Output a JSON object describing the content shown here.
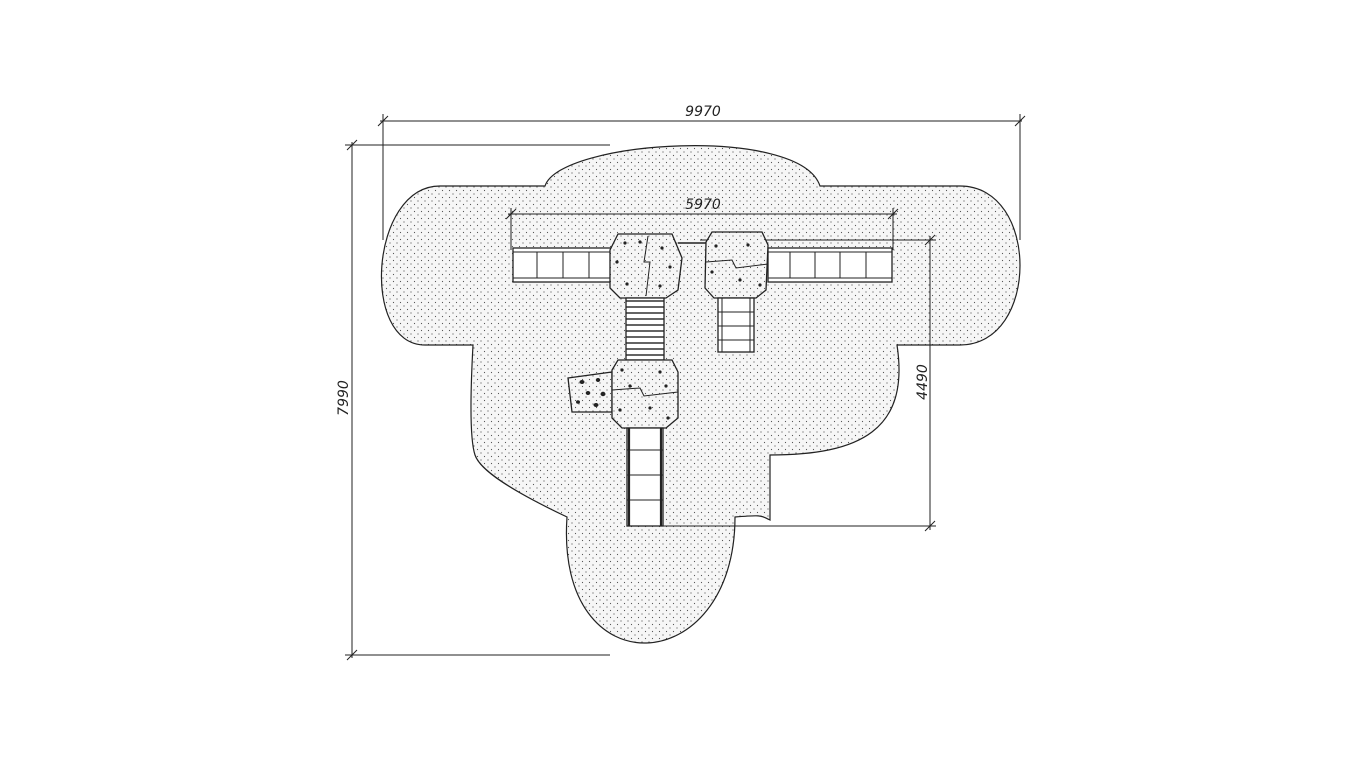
{
  "dimensions": {
    "overall_width": "9970",
    "overall_height": "7990",
    "inner_width": "5970",
    "inner_height": "4490"
  }
}
